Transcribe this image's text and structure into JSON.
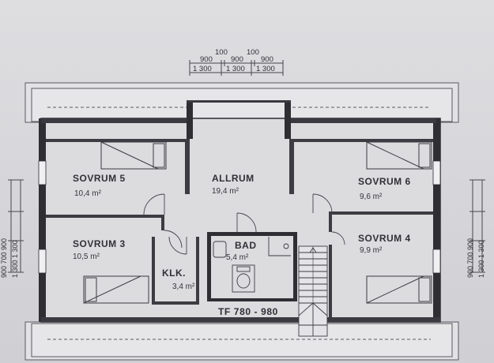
{
  "plan": {
    "title": "TF 780 - 980",
    "rooms": [
      {
        "name": "SOVRUM 5",
        "area": "10,4 m²"
      },
      {
        "name": "ALLRUM",
        "area": "19,4 m²"
      },
      {
        "name": "SOVRUM 6",
        "area": "9,6 m²"
      },
      {
        "name": "SOVRUM 3",
        "area": "10,5 m²"
      },
      {
        "name": "BAD",
        "area": "5,4 m²"
      },
      {
        "name": "SOVRUM 4",
        "area": "9,9 m²"
      },
      {
        "name": "KLK.",
        "area": "3,4 m²"
      }
    ],
    "dimensions": {
      "top_upper": [
        "100",
        "100"
      ],
      "top_middle": [
        "900",
        "900",
        "900"
      ],
      "top_lower": [
        "1 300",
        "1 300",
        "1 300"
      ],
      "left_outer": "900  700  900",
      "left_inner": "1 300   1 300",
      "right_outer": "900  700  900",
      "right_inner": "1 300   1 300"
    }
  }
}
